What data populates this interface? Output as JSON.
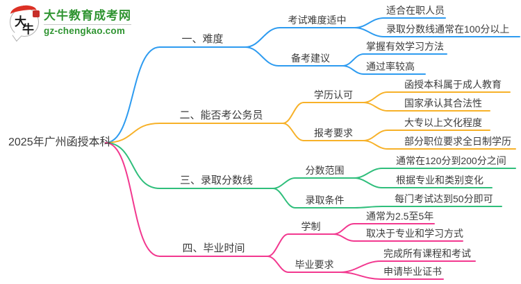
{
  "logo": {
    "site_name": "大牛教育成考网",
    "site_url": "gz-chengkao.com",
    "bubble_char_1": "大",
    "bubble_char_2": "牛",
    "brand_green": "#2f9431",
    "brand_red": "#dc3125"
  },
  "root": {
    "label": "2025年广州函授本科"
  },
  "branches": [
    {
      "label": "一、难度",
      "color": "#2D9BF0",
      "children": [
        {
          "label": "考试难度适中",
          "children": [
            {
              "label": "适合在职人员"
            },
            {
              "label": "录取分数线通常在100分以上"
            }
          ]
        },
        {
          "label": "备考建议",
          "children": [
            {
              "label": "掌握有效学习方法"
            },
            {
              "label": "通过率较高"
            }
          ]
        }
      ]
    },
    {
      "label": "二、能否考公务员",
      "color": "#F7B128",
      "children": [
        {
          "label": "学历认可",
          "children": [
            {
              "label": "函授本科属于成人教育"
            },
            {
              "label": "国家承认其合法性"
            }
          ]
        },
        {
          "label": "报考要求",
          "children": [
            {
              "label": "大专以上文化程度"
            },
            {
              "label": "部分职位要求全日制学历"
            }
          ]
        }
      ]
    },
    {
      "label": "三、录取分数线",
      "color": "#2FBE7B",
      "children": [
        {
          "label": "分数范围",
          "children": [
            {
              "label": "通常在120分到200分之间"
            },
            {
              "label": "根据专业和类别变化"
            }
          ]
        },
        {
          "label": "录取条件",
          "children": [
            {
              "label": "每门考试达到50分即可"
            }
          ]
        }
      ]
    },
    {
      "label": "四、毕业时间",
      "color": "#F2388F",
      "children": [
        {
          "label": "学制",
          "children": [
            {
              "label": "通常为2.5至5年"
            },
            {
              "label": "取决于专业和学习方式"
            }
          ]
        },
        {
          "label": "毕业要求",
          "children": [
            {
              "label": "完成所有课程和考试"
            },
            {
              "label": "申请毕业证书"
            }
          ]
        }
      ]
    }
  ]
}
